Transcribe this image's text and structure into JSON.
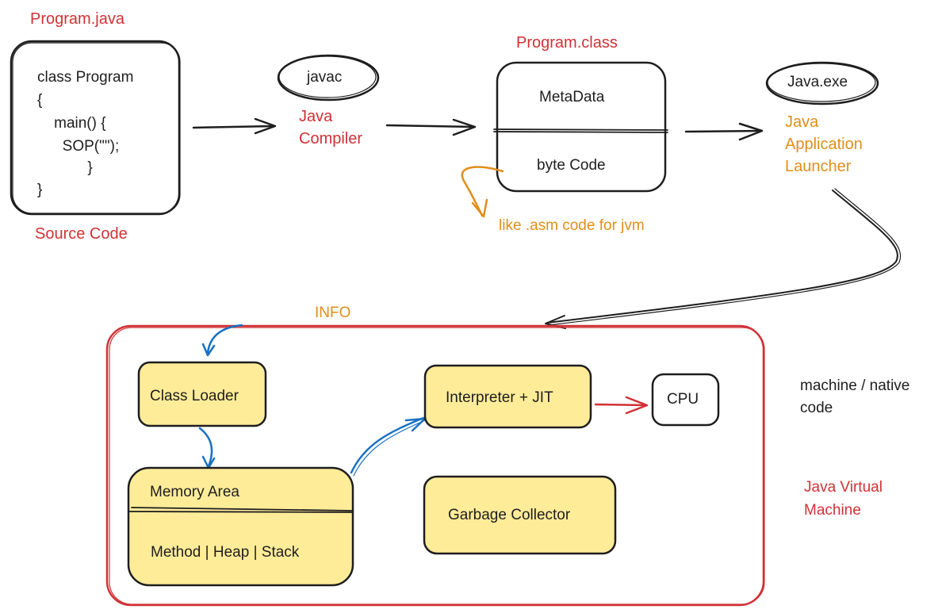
{
  "source": {
    "title": "Program.java",
    "code_lines": [
      "class Program",
      "{",
      "    main() {",
      "      SOP(\"\");",
      "            }",
      "}"
    ],
    "caption": "Source Code"
  },
  "compiler": {
    "tool": "javac",
    "caption_line1": "Java",
    "caption_line2": "Compiler"
  },
  "classfile": {
    "title": "Program.class",
    "section_top": "MetaData",
    "section_bottom": "byte Code",
    "note": "like .asm code for jvm"
  },
  "launcher": {
    "tool": "Java.exe",
    "caption_line1": "Java",
    "caption_line2": "Application",
    "caption_line3": "Launcher"
  },
  "jvm": {
    "info_label": "INFO",
    "class_loader": "Class Loader",
    "memory_area": "Memory Area",
    "memory_sections": "Method | Heap | Stack",
    "interpreter": "Interpreter + JIT",
    "cpu": "CPU",
    "garbage_collector": "Garbage Collector",
    "side_note_line1": "machine / native",
    "side_note_line2": "code",
    "caption_line1": "Java Virtual",
    "caption_line2": "Machine"
  },
  "colors": {
    "red": "#d03236",
    "orange": "#e08e1a",
    "blue": "#1971c2",
    "yellow_fill": "#ffec99",
    "stroke": "#1e1e1e"
  }
}
